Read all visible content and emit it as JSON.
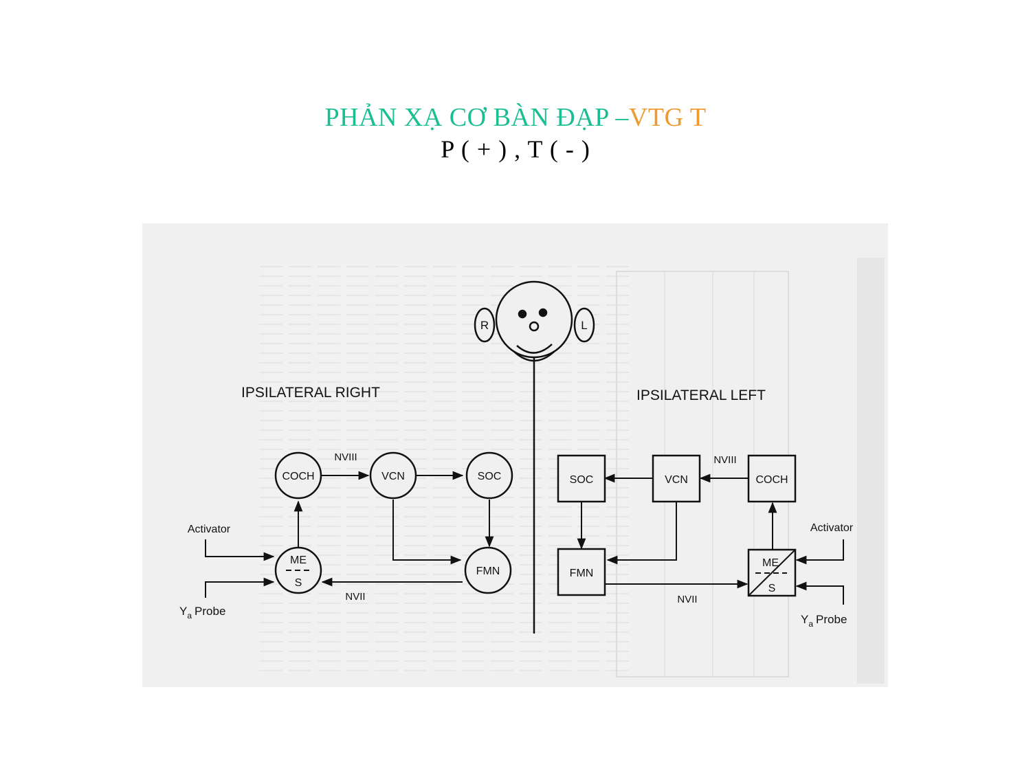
{
  "title": {
    "main": "PHẢN XẠ CƠ BÀN ĐẠP –",
    "highlight": "VTG T",
    "main_color": "#1bbd93",
    "highlight_color": "#ef9a30"
  },
  "subtitle": "P ( + ) , T ( - )",
  "diagram": {
    "face": {
      "right_ear": "R",
      "left_ear": "L"
    },
    "ipsilateral_right": {
      "heading": "IPSILATERAL RIGHT",
      "coch": "COCH",
      "vcn": "VCN",
      "soc": "SOC",
      "fmn": "FMN",
      "me": "ME",
      "s": "S",
      "nviii": "NVIII",
      "nvii": "NVII",
      "activator": "Activator",
      "probe_y": "Y",
      "probe_sub": "a",
      "probe_word": "Probe"
    },
    "ipsilateral_left": {
      "heading": "IPSILATERAL LEFT",
      "coch": "COCH",
      "vcn": "VCN",
      "soc": "SOC",
      "fmn": "FMN",
      "me": "ME",
      "s": "S",
      "nviii": "NVIII",
      "nvii": "NVII",
      "activator": "Activator",
      "probe_y": "Y",
      "probe_sub": "a",
      "probe_word": "Probe"
    }
  }
}
